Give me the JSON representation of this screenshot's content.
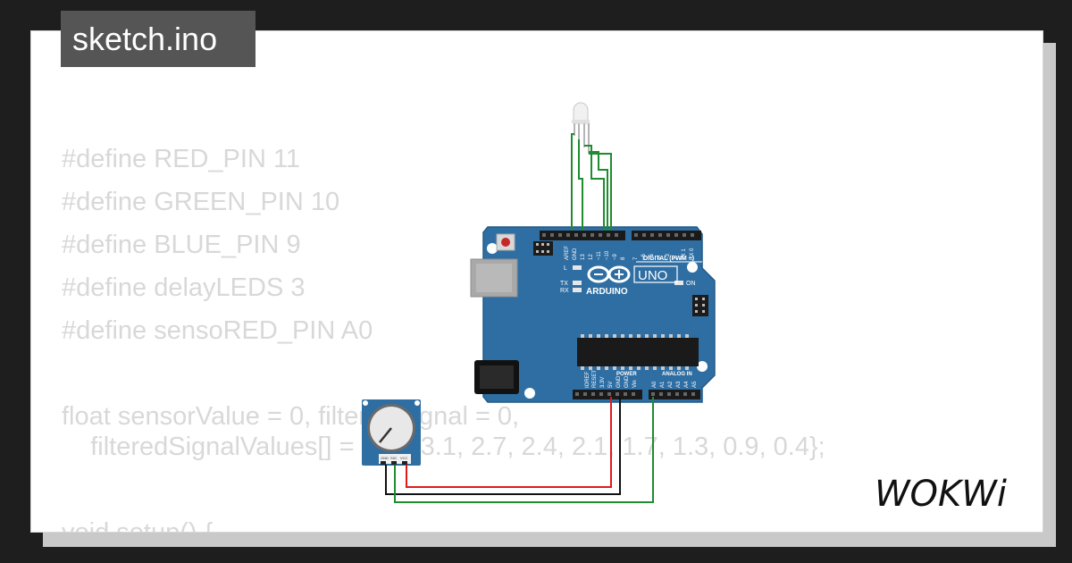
{
  "title_tab": {
    "label": "sketch.ino"
  },
  "code": {
    "lines": [
      "#define RED_PIN 11",
      "#define GREEN_PIN 10",
      "#define BLUE_PIN 9",
      "#define delayLEDS 3",
      "#define sensoRED_PIN A0",
      "",
      "float sensorValue = 0, filteredSignal = 0,",
      "    filteredSignalValues[] = {3.4, 3.1, 2.7, 2.4, 2.1, 1.7, 1.3, 0.9, 0.4};",
      "",
      "void setup() {"
    ]
  },
  "board": {
    "brand": "ARDUINO",
    "model": "UNO",
    "digital_label": "DIGITAL (PWM ~)",
    "power_label": "POWER",
    "analog_label": "ANALOG IN",
    "on_label": "ON",
    "l_label": "L",
    "tx_label": "TX",
    "rx_label": "RX",
    "top_pins": [
      "AREF",
      "GND",
      "13",
      "12",
      "~11",
      "~10",
      "~9",
      "8",
      "7",
      "~6",
      "~5",
      "4",
      "~3",
      "2",
      "TX 1",
      "RX 0"
    ],
    "power_pins": [
      "IOREF",
      "RESET",
      "3.3V",
      "5V",
      "GND",
      "GND",
      "Vin"
    ],
    "analog_pins": [
      "A0",
      "A1",
      "A2",
      "A3",
      "A4",
      "A5"
    ]
  },
  "pot": {
    "pins": [
      "GND",
      "SIG",
      "VCC"
    ]
  },
  "logo": {
    "text": "WOKWi"
  },
  "colors": {
    "background": "#1e1e1e",
    "card": "#ffffff",
    "tab": "#555555",
    "board": "#2f6ea3",
    "wire_green": "#1e8c2f",
    "wire_red": "#e01b1b",
    "wire_black": "#111111",
    "code_text": "#d8d8d8"
  }
}
